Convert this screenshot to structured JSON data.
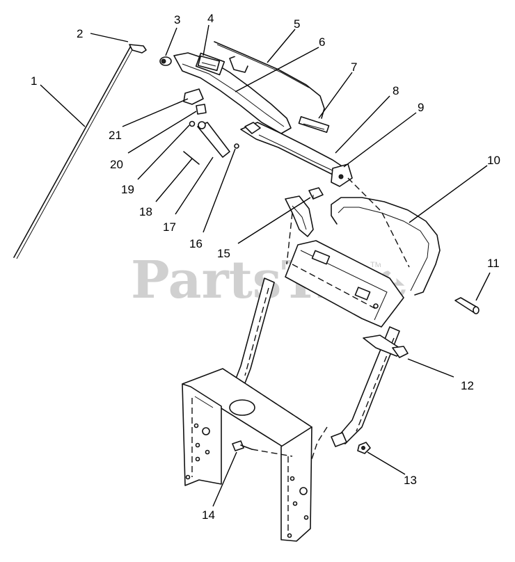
{
  "watermark": {
    "text": "PartsTree",
    "trademark": "TM"
  },
  "callouts": {
    "c1": "1",
    "c2": "2",
    "c3": "3",
    "c4": "4",
    "c5": "5",
    "c6": "6",
    "c7": "7",
    "c8": "8",
    "c9": "9",
    "c10": "10",
    "c11": "11",
    "c12": "12",
    "c13": "13",
    "c14": "14",
    "c15": "15",
    "c16": "16",
    "c17": "17",
    "c18": "18",
    "c19": "19",
    "c20": "20",
    "c21": "21"
  }
}
